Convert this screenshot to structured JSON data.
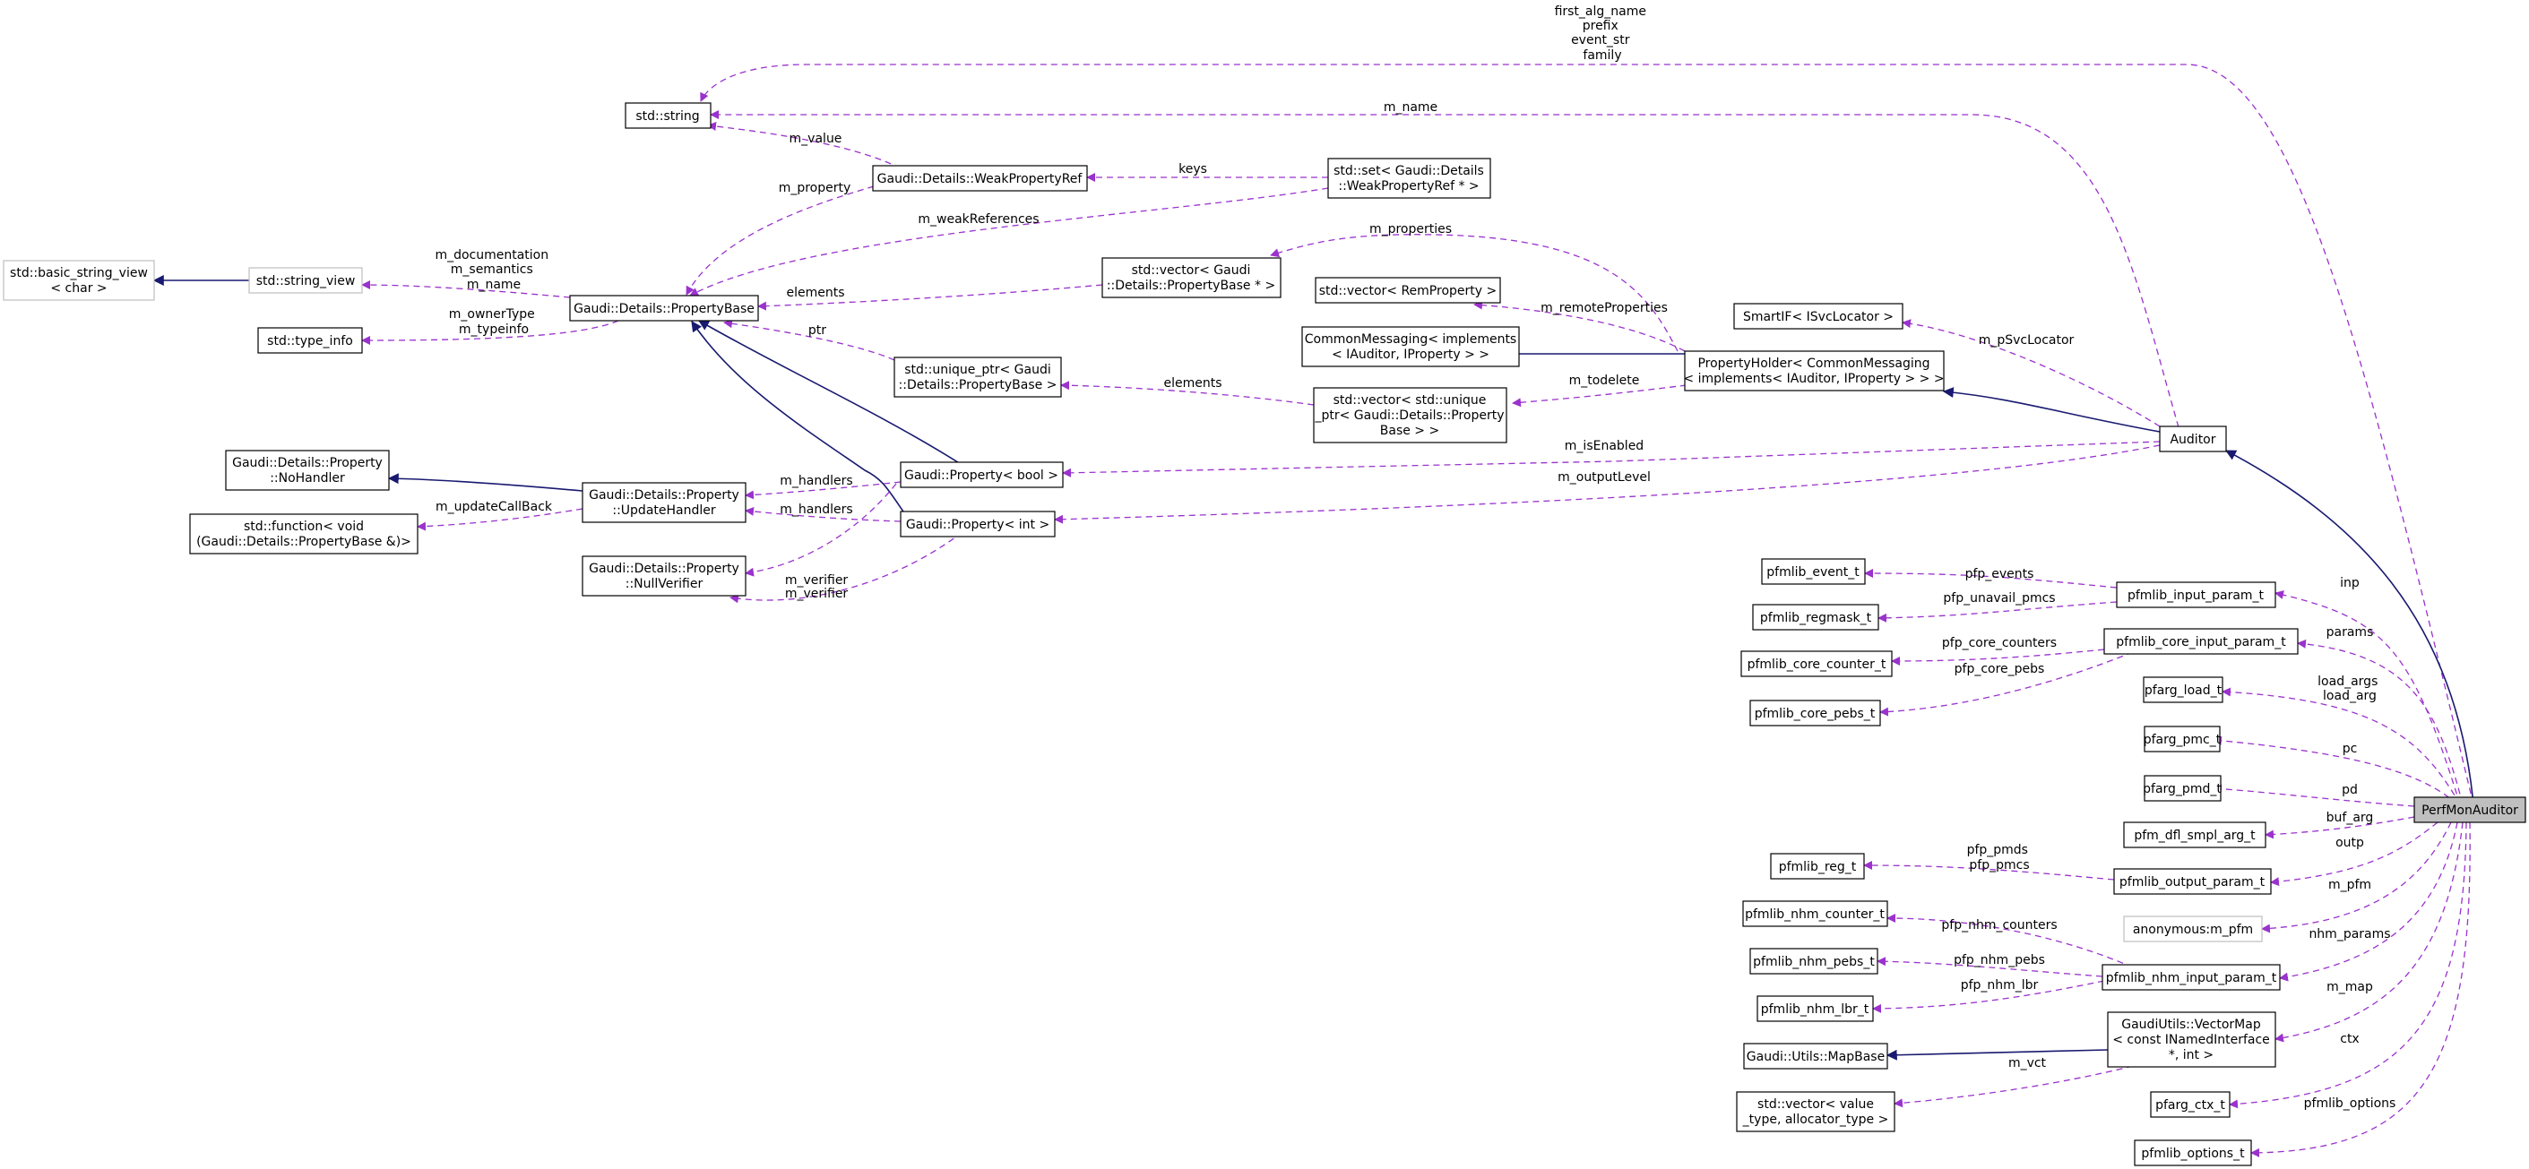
{
  "colors": {
    "usage_edge": "#9a32cd",
    "inheritance_edge": "#191970",
    "focus_node_fill": "#bfbfbf",
    "external_node_border": "#bfbfbf"
  },
  "nodes": {
    "std_string": [
      "std::string"
    ],
    "weak_property_ref": [
      "Gaudi::Details::WeakPropertyRef"
    ],
    "std_set_weak": [
      "std::set< Gaudi::Details",
      "::WeakPropertyRef * >"
    ],
    "basic_string_view": [
      "std::basic_string_view",
      "< char >"
    ],
    "std_string_view": [
      "std::string_view"
    ],
    "property_base": [
      "Gaudi::Details::PropertyBase"
    ],
    "std_type_info": [
      "std::type_info"
    ],
    "vector_property_base": [
      "std::vector< Gaudi",
      "::Details::PropertyBase * >"
    ],
    "vector_rem_property": [
      "std::vector< RemProperty >"
    ],
    "smartif_isvclocator": [
      "SmartIF< ISvcLocator >"
    ],
    "common_messaging": [
      "CommonMessaging< implements",
      "< IAuditor, IProperty > >"
    ],
    "property_holder": [
      "PropertyHolder< CommonMessaging",
      "< implements< IAuditor, IProperty > > >"
    ],
    "unique_ptr_property_base": [
      "std::unique_ptr< Gaudi",
      "::Details::PropertyBase >"
    ],
    "vector_unique_ptr": [
      "std::vector< std::unique",
      "_ptr< Gaudi::Details::Property",
      "Base > >"
    ],
    "no_handler": [
      "Gaudi::Details::Property",
      "::NoHandler"
    ],
    "update_handler": [
      "Gaudi::Details::Property",
      "::UpdateHandler"
    ],
    "property_bool": [
      "Gaudi::Property< bool >"
    ],
    "property_int": [
      "Gaudi::Property< int >"
    ],
    "std_function": [
      "std::function< void",
      "(Gaudi::Details::PropertyBase &)>"
    ],
    "null_verifier": [
      "Gaudi::Details::Property",
      "::NullVerifier"
    ],
    "auditor": [
      "Auditor"
    ],
    "perfmon_auditor": [
      "PerfMonAuditor"
    ],
    "pfmlib_event_t": [
      "pfmlib_event_t"
    ],
    "pfmlib_regmask_t": [
      "pfmlib_regmask_t"
    ],
    "pfmlib_input_param_t": [
      "pfmlib_input_param_t"
    ],
    "pfmlib_core_counter_t": [
      "pfmlib_core_counter_t"
    ],
    "pfmlib_core_pebs_t": [
      "pfmlib_core_pebs_t"
    ],
    "pfmlib_core_input_param_t": [
      "pfmlib_core_input_param_t"
    ],
    "pfarg_load_t": [
      "pfarg_load_t"
    ],
    "pfarg_pmc_t": [
      "pfarg_pmc_t"
    ],
    "pfarg_pmd_t": [
      "pfarg_pmd_t"
    ],
    "pfm_dfl_smpl_arg_t": [
      "pfm_dfl_smpl_arg_t"
    ],
    "pfmlib_reg_t": [
      "pfmlib_reg_t"
    ],
    "pfmlib_output_param_t": [
      "pfmlib_output_param_t"
    ],
    "anonymous_m_pfm": [
      "anonymous:m_pfm"
    ],
    "pfmlib_nhm_counter_t": [
      "pfmlib_nhm_counter_t"
    ],
    "pfmlib_nhm_pebs_t": [
      "pfmlib_nhm_pebs_t"
    ],
    "pfmlib_nhm_input_param_t": [
      "pfmlib_nhm_input_param_t"
    ],
    "pfmlib_nhm_lbr_t": [
      "pfmlib_nhm_lbr_t"
    ],
    "gaudi_utils_mapbase": [
      "Gaudi::Utils::MapBase"
    ],
    "gaudiutils_vectormap": [
      "GaudiUtils::VectorMap",
      "< const INamedInterface",
      "*, int >"
    ],
    "std_vector_value_type": [
      "std::vector< value",
      "_type, allocator_type >"
    ],
    "pfarg_ctx_t": [
      "pfarg_ctx_t"
    ],
    "pfmlib_options_t": [
      "pfmlib_options_t"
    ]
  },
  "edge_labels": {
    "family_group": [
      "first_alg_name",
      "prefix",
      "event_str",
      "family"
    ],
    "m_name": [
      "m_name"
    ],
    "m_value": [
      "m_value"
    ],
    "keys": [
      "keys"
    ],
    "m_property": [
      "m_property"
    ],
    "m_weak_references": [
      "m_weakReferences"
    ],
    "m_doc_group": [
      "m_documentation",
      "m_semantics",
      "m_name"
    ],
    "m_owner_type_group": [
      "m_ownerType",
      "m_typeinfo"
    ],
    "elements_vector": [
      "elements"
    ],
    "m_properties": [
      "m_properties"
    ],
    "m_remote_properties": [
      "m_remoteProperties"
    ],
    "m_psvc_locator": [
      "m_pSvcLocator"
    ],
    "ptr": [
      "ptr"
    ],
    "elements_unique": [
      "elements"
    ],
    "m_todelete": [
      "m_todelete"
    ],
    "m_is_enabled": [
      "m_isEnabled"
    ],
    "m_output_level": [
      "m_outputLevel"
    ],
    "m_handlers_bool": [
      "m_handlers"
    ],
    "m_handlers_int": [
      "m_handlers"
    ],
    "m_update_callback": [
      "m_updateCallBack"
    ],
    "m_verifier_bool": [
      "m_verifier"
    ],
    "m_verifier_int": [
      "m_verifier"
    ],
    "inp": [
      "inp"
    ],
    "params": [
      "params"
    ],
    "load_args": [
      "load_args",
      "load_arg"
    ],
    "pc": [
      "pc"
    ],
    "pd": [
      "pd"
    ],
    "buf_arg": [
      "buf_arg"
    ],
    "outp": [
      "outp"
    ],
    "m_pfm": [
      "m_pfm"
    ],
    "nhm_params": [
      "nhm_params"
    ],
    "m_map": [
      "m_map"
    ],
    "ctx": [
      "ctx"
    ],
    "pfmlib_options": [
      "pfmlib_options"
    ],
    "pfp_events": [
      "pfp_events"
    ],
    "pfp_unavail_pmcs": [
      "pfp_unavail_pmcs"
    ],
    "pfp_core_counters": [
      "pfp_core_counters"
    ],
    "pfp_core_pebs": [
      "pfp_core_pebs"
    ],
    "pfp_pmds_group": [
      "pfp_pmds",
      "pfp_pmcs"
    ],
    "pfp_nhm_counters": [
      "pfp_nhm_counters"
    ],
    "pfp_nhm_pebs": [
      "pfp_nhm_pebs"
    ],
    "pfp_nhm_lbr": [
      "pfp_nhm_lbr"
    ],
    "m_vct": [
      "m_vct"
    ]
  }
}
